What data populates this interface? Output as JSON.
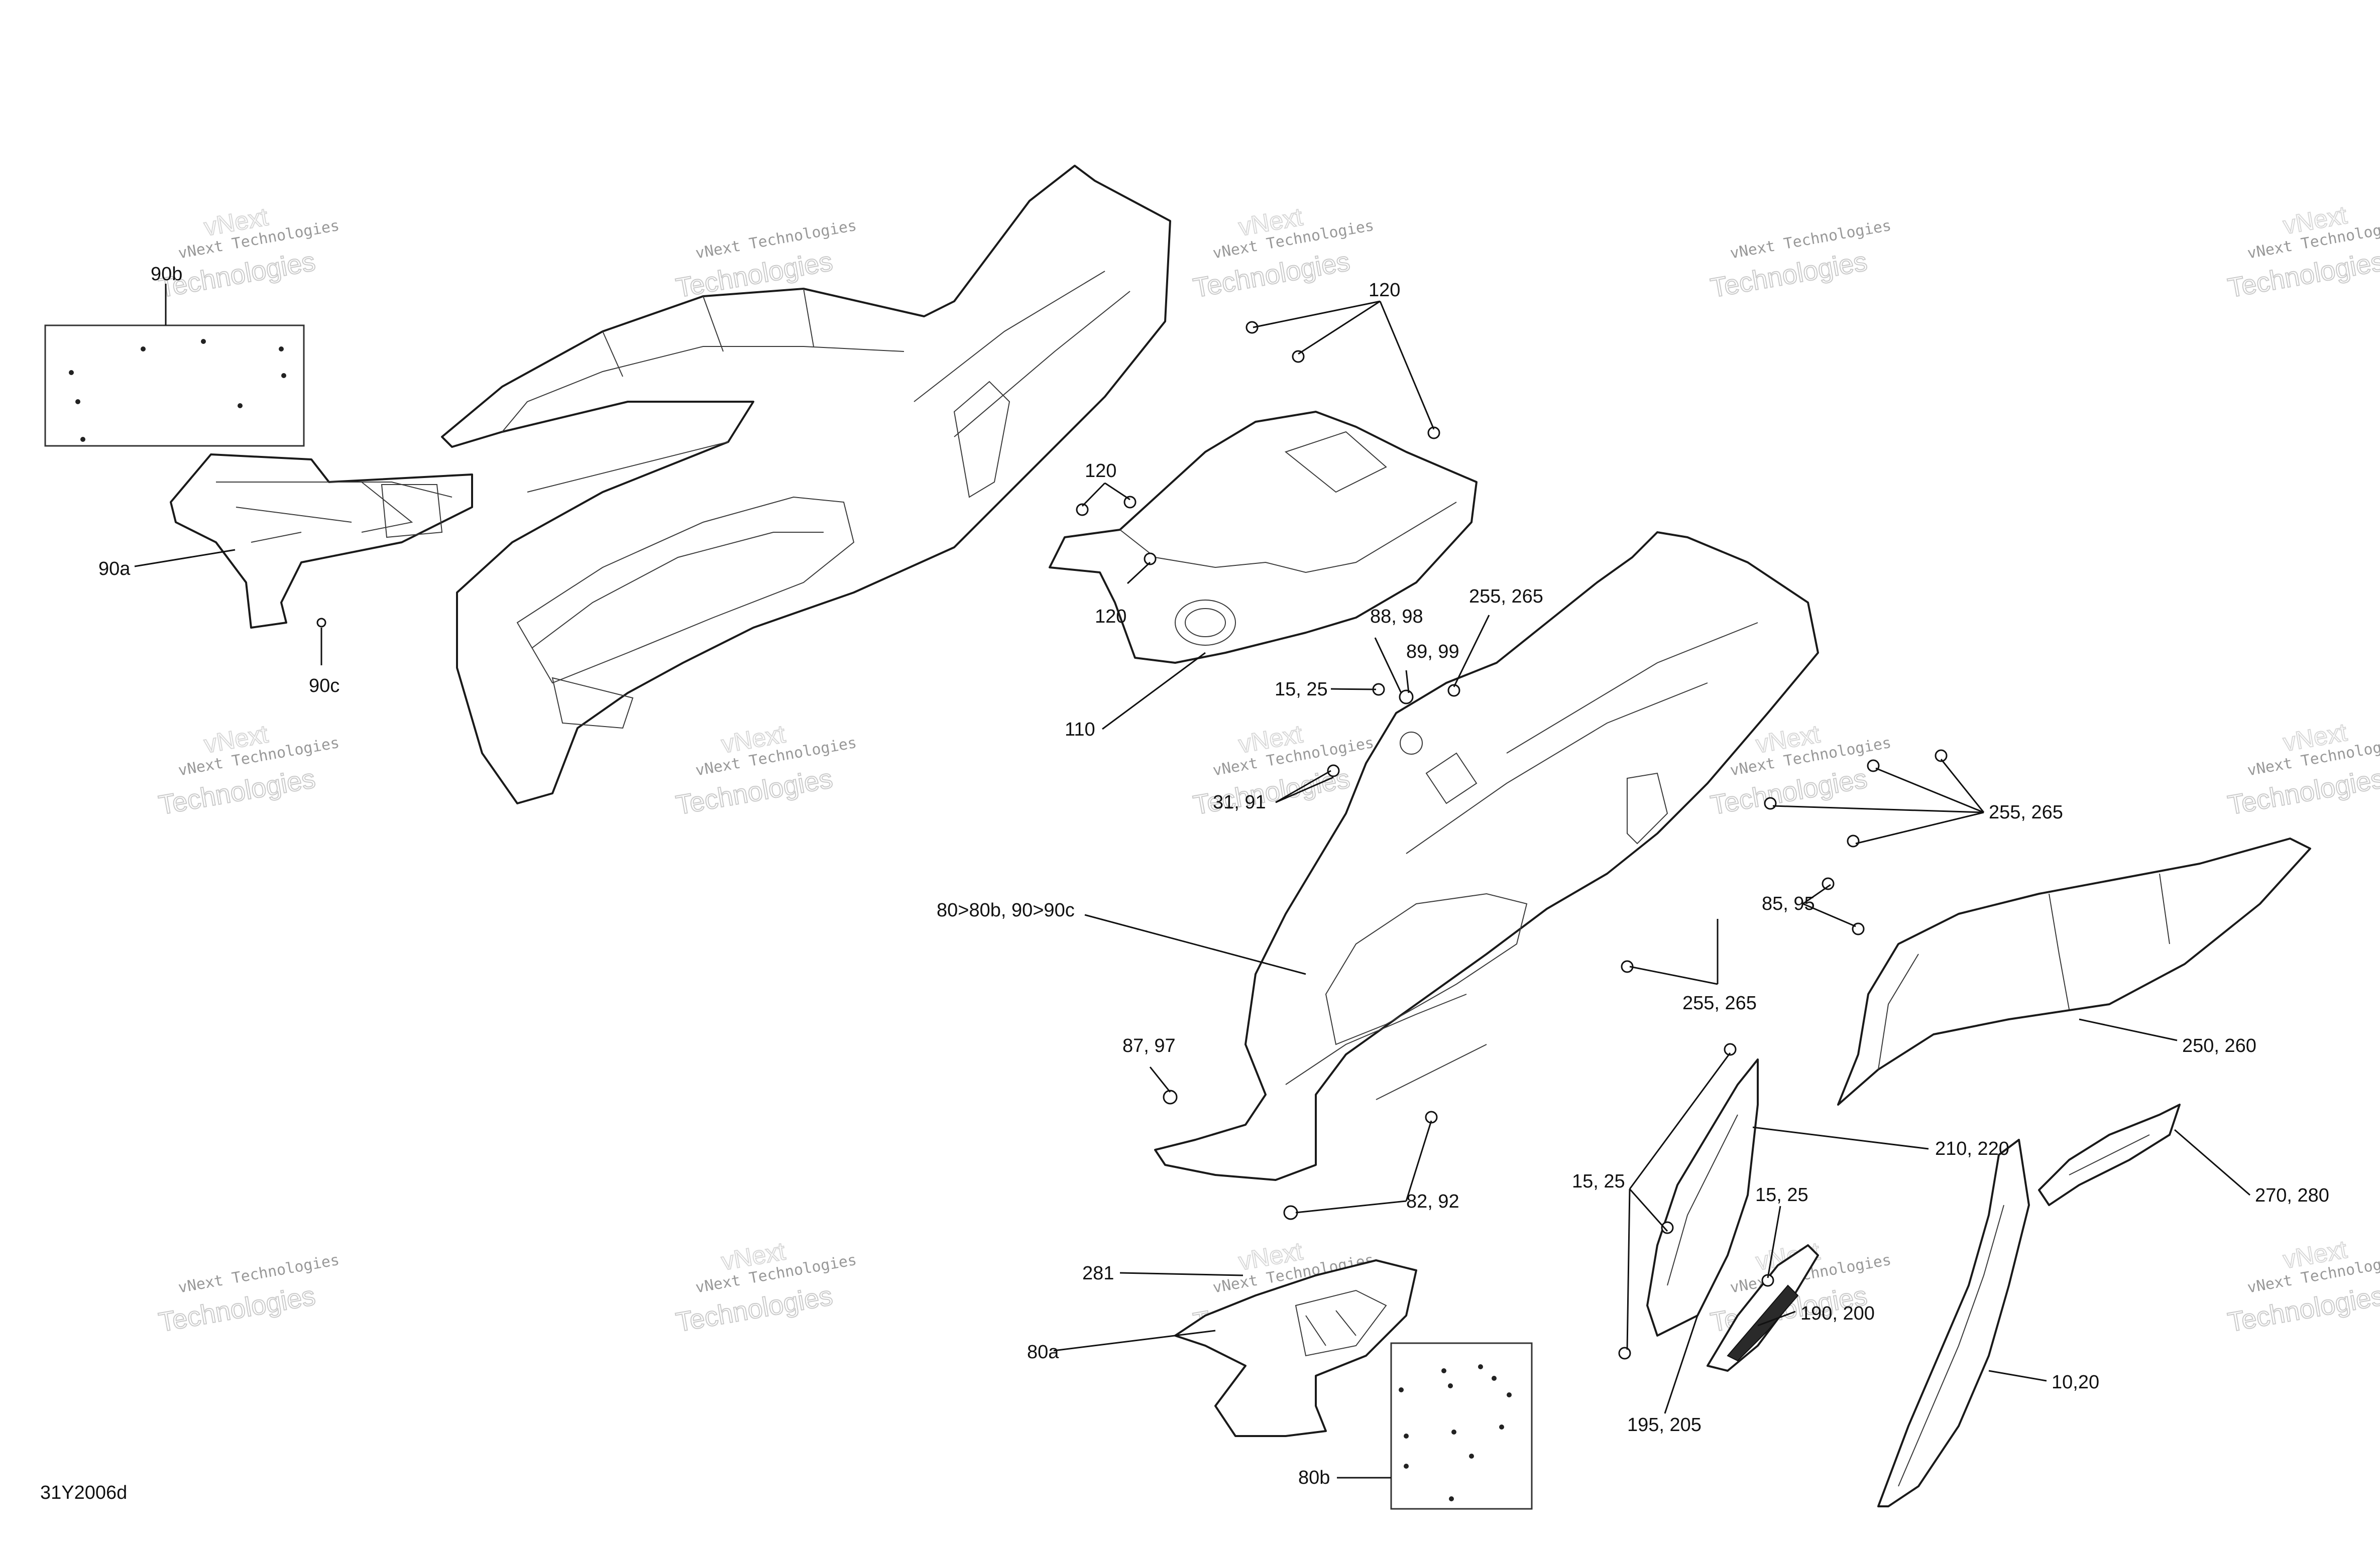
{
  "drawing_id": "31Y2006d",
  "watermark": {
    "line1": "vNext Technologies",
    "line2": "Technologies",
    "ghost": "vNext"
  },
  "callouts": {
    "c90b": "90b",
    "c90a": "90a",
    "c90c": "90c",
    "c120a": "120",
    "c120b": "120",
    "c120c": "120",
    "c110": "110",
    "c88": "88, 98",
    "c89": "89, 99",
    "c15a": "15, 25",
    "c255a": "255, 265",
    "c31": "31, 91",
    "c255b": "255, 265",
    "c80": "80>80b, 90>90c",
    "c85": "85, 95",
    "c255c": "255, 265",
    "c87": "87, 97",
    "c250": "250, 260",
    "c82": "82, 92",
    "c210": "210, 220",
    "c15b": "15, 25",
    "c15c": "15, 25",
    "c270": "270, 280",
    "c281": "281",
    "c190": "190, 200",
    "c80a": "80a",
    "c10": "10,20",
    "c195": "195, 205",
    "c80b": "80b"
  }
}
